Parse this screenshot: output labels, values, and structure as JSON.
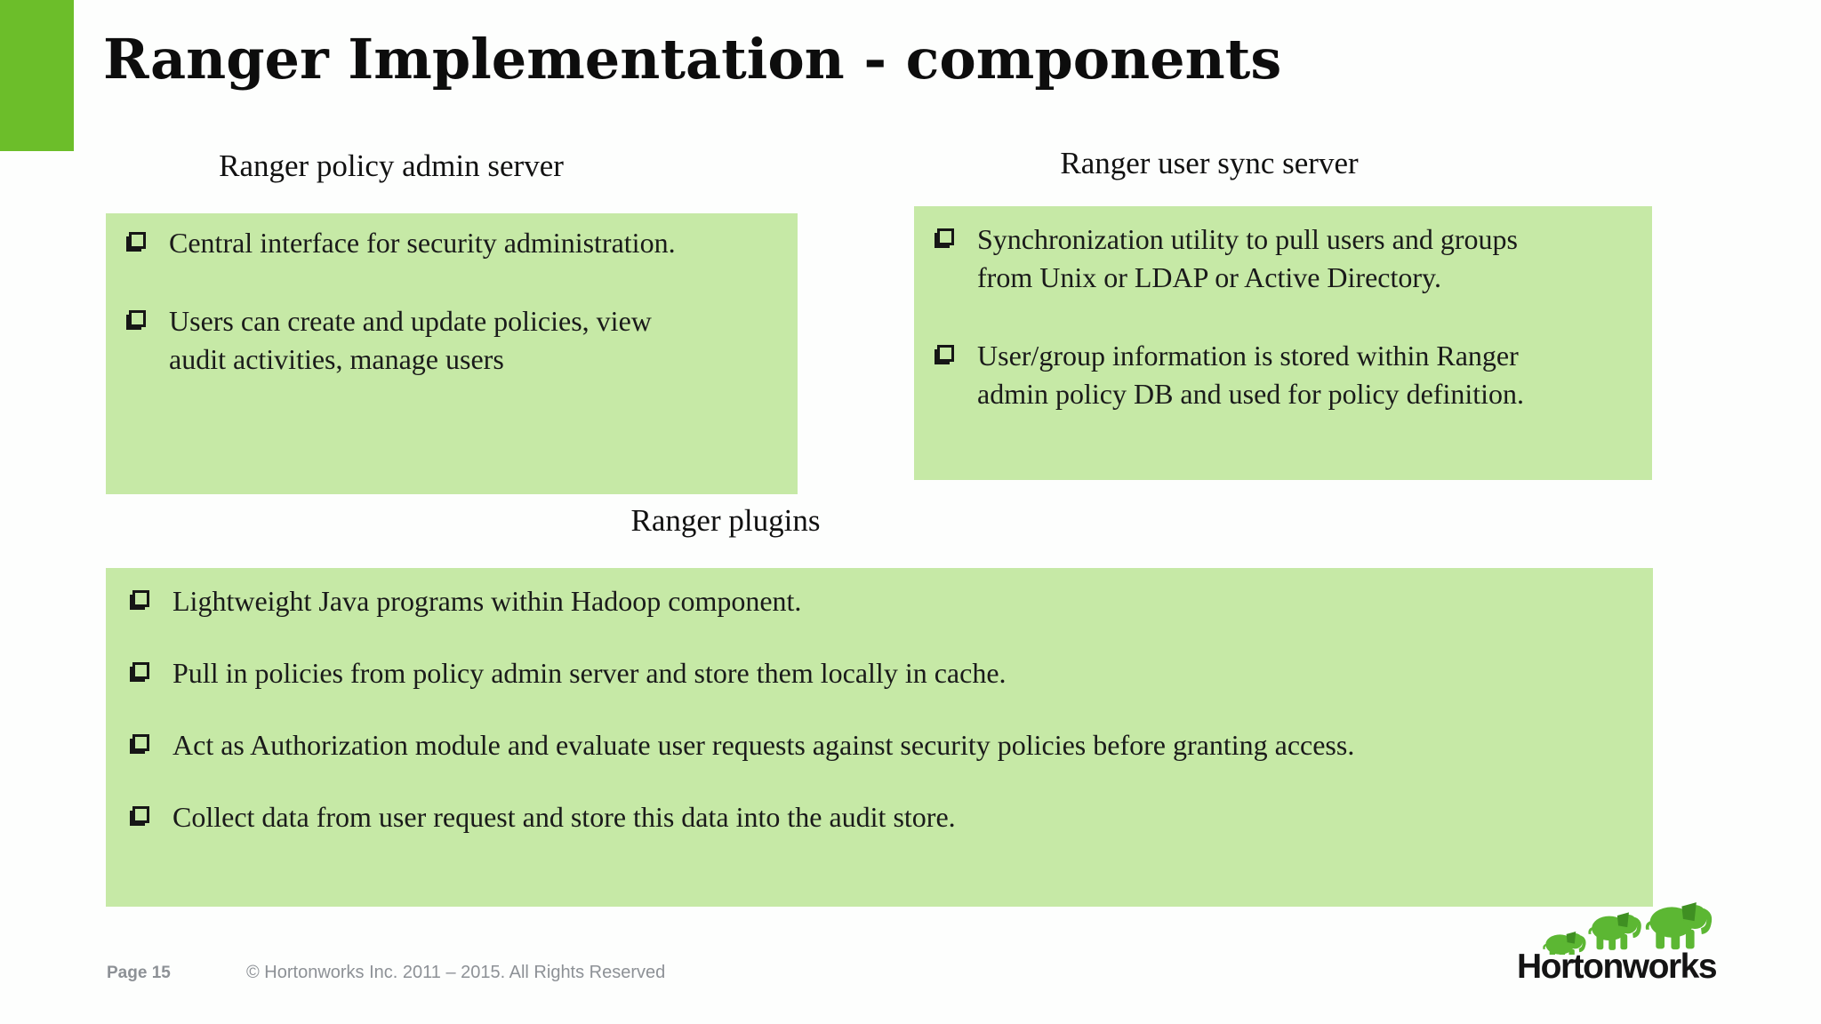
{
  "slide": {
    "title": "Ranger Implementation - components",
    "sections": [
      {
        "heading": "Ranger policy admin server",
        "bullets": [
          "Central interface for security administration.",
          "Users can create and update policies, view\naudit activities, manage users"
        ]
      },
      {
        "heading": "Ranger user sync server",
        "bullets": [
          "Synchronization utility to pull users and groups\nfrom Unix or LDAP or Active Directory.",
          "User/group information is stored within Ranger\nadmin policy DB and used for policy definition."
        ]
      },
      {
        "heading": "Ranger plugins",
        "bullets": [
          "Lightweight Java programs within Hadoop component.",
          "Pull in policies from policy admin server and store them locally in cache.",
          "Act as Authorization module and evaluate user requests against security policies before granting access.",
          "Collect data from user request and store this data into the audit store."
        ]
      }
    ],
    "footer": {
      "page_label": "Page 15",
      "copyright": "© Hortonworks Inc. 2011 – 2015. All Rights Reserved"
    },
    "logo": {
      "text": "Hortonworks"
    },
    "colors": {
      "accent_green": "#6CBE2A",
      "panel_green": "#C6E9A6",
      "logo_green": "#5CB733",
      "logo_ear_green": "#3F8F22",
      "body_text": "#1A1A1A",
      "footer_gray": "#8D9196"
    }
  }
}
